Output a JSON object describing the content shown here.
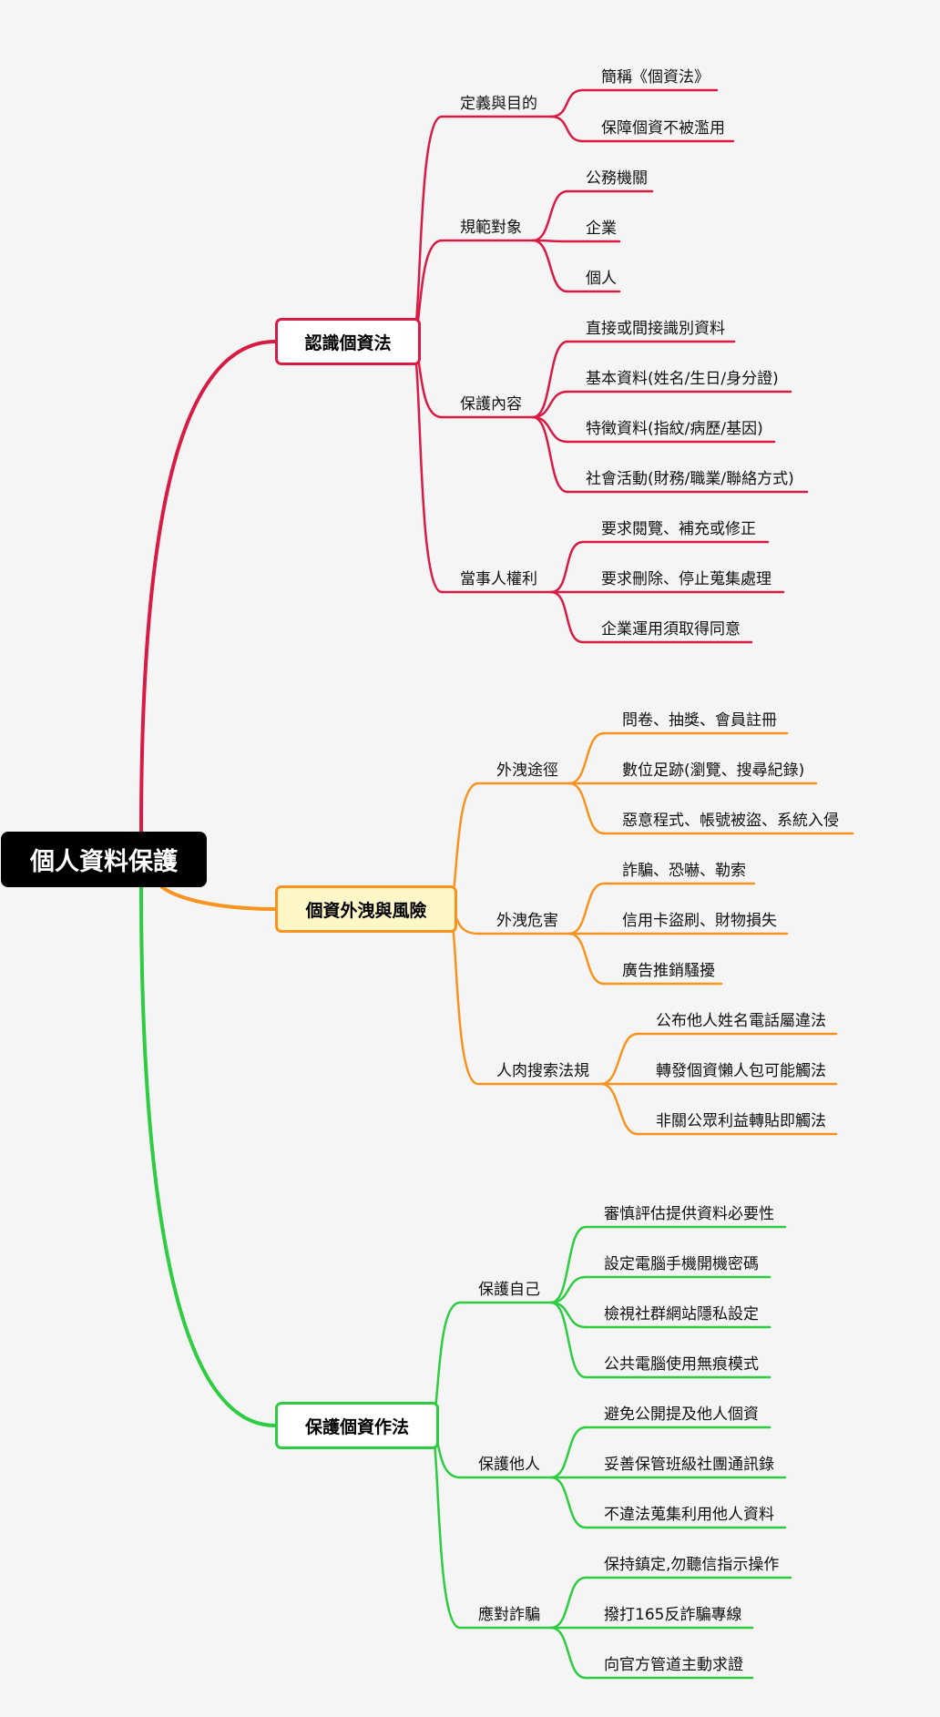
{
  "root": {
    "label": "個人資料保護"
  },
  "colors": {
    "branch_1": "#d81b45",
    "branch_2": "#f7931e",
    "branch_3": "#2ecc40",
    "root_bg": "#000000"
  },
  "branches": [
    {
      "label": "認識個資法",
      "fill": "#ffffff",
      "children": [
        {
          "label": "定義與目的",
          "children": [
            "簡稱《個資法》",
            "保障個資不被濫用"
          ]
        },
        {
          "label": "規範對象",
          "children": [
            "公務機關",
            "企業",
            "個人"
          ]
        },
        {
          "label": "保護內容",
          "children": [
            "直接或間接識別資料",
            "基本資料(姓名/生日/身分證)",
            "特徵資料(指紋/病歷/基因)",
            "社會活動(財務/職業/聯絡方式)"
          ]
        },
        {
          "label": "當事人權利",
          "children": [
            "要求閱覽、補充或修正",
            "要求刪除、停止蒐集處理",
            "企業運用須取得同意"
          ]
        }
      ]
    },
    {
      "label": "個資外洩與風險",
      "fill": "#fff7c8",
      "children": [
        {
          "label": "外洩途徑",
          "children": [
            "問卷、抽獎、會員註冊",
            "數位足跡(瀏覽、搜尋紀錄)",
            "惡意程式、帳號被盜、系統入侵"
          ]
        },
        {
          "label": "外洩危害",
          "children": [
            "詐騙、恐嚇、勒索",
            "信用卡盜刷、財物損失",
            "廣告推銷騷擾"
          ]
        },
        {
          "label": "人肉搜索法規",
          "children": [
            "公布他人姓名電話屬違法",
            "轉發個資懶人包可能觸法",
            "非關公眾利益轉貼即觸法"
          ]
        }
      ]
    },
    {
      "label": "保護個資作法",
      "fill": "#ffffff",
      "children": [
        {
          "label": "保護自己",
          "children": [
            "審慎評估提供資料必要性",
            "設定電腦手機開機密碼",
            "檢視社群網站隱私設定",
            "公共電腦使用無痕模式"
          ]
        },
        {
          "label": "保護他人",
          "children": [
            "避免公開提及他人個資",
            "妥善保管班級社團通訊錄",
            "不違法蒐集利用他人資料"
          ]
        },
        {
          "label": "應對詐騙",
          "children": [
            "保持鎮定,勿聽信指示操作",
            "撥打165反詐騙專線",
            "向官方管道主動求證"
          ]
        }
      ]
    }
  ]
}
